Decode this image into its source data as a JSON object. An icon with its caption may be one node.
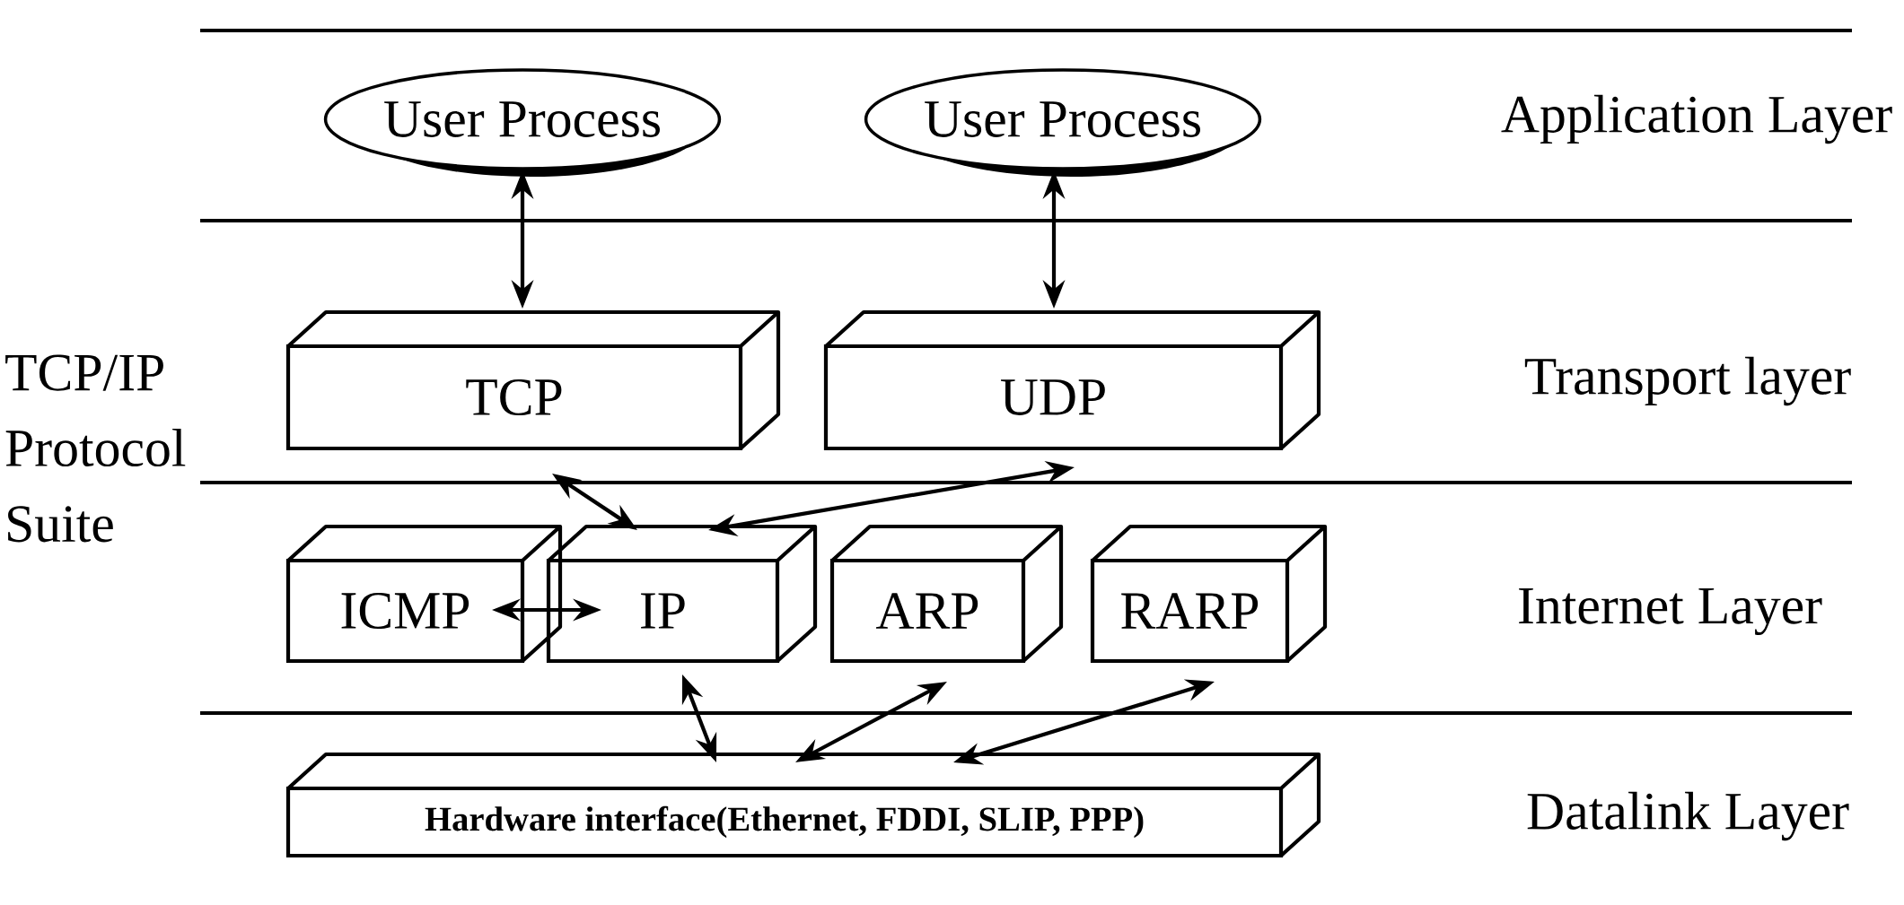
{
  "diagram": {
    "nodes": [
      {
        "text": [
          "User Process"
        ]
      },
      {
        "text": [
          "User Process"
        ]
      },
      {
        "text": [
          "TCP"
        ]
      },
      {
        "text": [
          "UDP"
        ]
      },
      {
        "text": [
          "ICMP"
        ]
      },
      {
        "text": [
          "IP"
        ]
      },
      {
        "text": [
          "ARP"
        ]
      },
      {
        "text": [
          "RARP"
        ]
      },
      {
        "text": [
          "Hardware interface(Ethernet, FDDI, SLIP, PPP)"
        ]
      }
    ],
    "edges": [
      {
        "from": 0,
        "to": 2,
        "arrow": "both"
      },
      {
        "from": 1,
        "to": 3,
        "arrow": "both"
      },
      {
        "from": 2,
        "to": 5,
        "arrow": "both"
      },
      {
        "from": 3,
        "to": 5,
        "arrow": "both"
      },
      {
        "from": 4,
        "to": 5,
        "arrow": "both"
      },
      {
        "from": 5,
        "to": 8,
        "arrow": "both"
      },
      {
        "from": 6,
        "to": 8,
        "arrow": "both"
      },
      {
        "from": 7,
        "to": 8,
        "arrow": "both"
      }
    ],
    "labels": [
      "Application Layer",
      "TCP/IP Protocol Suite",
      "Transport layer",
      "Internet Layer",
      "Datalink Layer"
    ]
  }
}
